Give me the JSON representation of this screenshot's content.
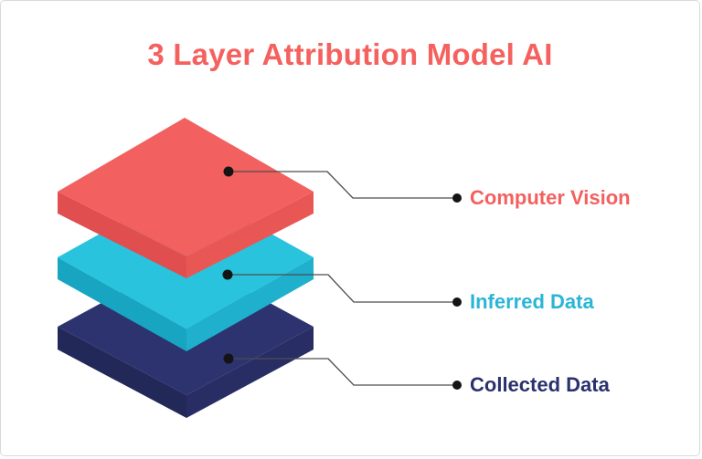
{
  "title": {
    "text": "3 Layer Attribution Model AI",
    "color": "#F4615E"
  },
  "layers": [
    {
      "id": "computer-vision",
      "label": "Computer Vision",
      "label_color": "#F4605F",
      "face_top": "#F2605F",
      "face_left": "#E04E4F",
      "face_right": "#E95755"
    },
    {
      "id": "inferred-data",
      "label": "Inferred Data",
      "label_color": "#2AB5D6",
      "face_top": "#29C3DD",
      "face_left": "#17A5C2",
      "face_right": "#1EB0CD"
    },
    {
      "id": "collected-data",
      "label": "Collected Data",
      "label_color": "#2B316D",
      "face_top": "#2D336F",
      "face_left": "#222858",
      "face_right": "#282E64"
    }
  ],
  "connector": {
    "line_color": "#4d4d4d",
    "dot_color": "#141414"
  }
}
